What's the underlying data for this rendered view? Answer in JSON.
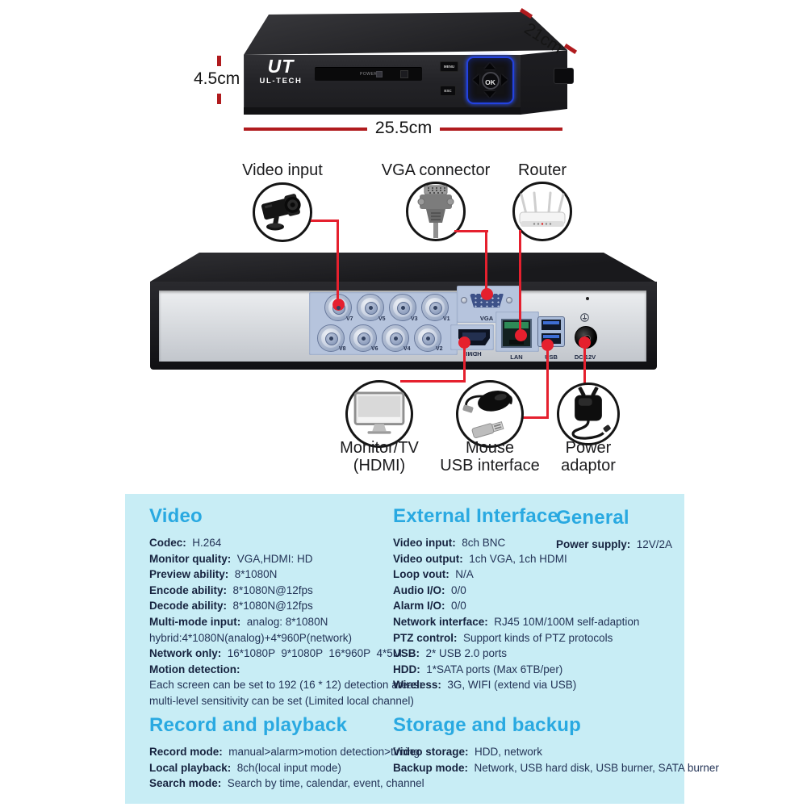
{
  "front_view": {
    "logo": "UT",
    "brand": "UL-TECH",
    "power_label": "POWER",
    "menu_button": "MENU",
    "esc_button": "ESC",
    "ok_button": "OK",
    "dimensions": {
      "height": "4.5cm",
      "width": "25.5cm",
      "depth": "21cm"
    }
  },
  "top_callouts": [
    {
      "label": "Video input",
      "icon": "camera-icon"
    },
    {
      "label": "VGA connector",
      "icon": "vga-plug-icon"
    },
    {
      "label": "Router",
      "icon": "router-icon"
    }
  ],
  "rear_panel": {
    "bnc_labels": [
      "V7",
      "V5",
      "V3",
      "V1",
      "V8",
      "V6",
      "V4",
      "V2"
    ],
    "ports": {
      "vga": "VGA",
      "hdmi": "HDMI",
      "lan": "LAN",
      "usb": "USB",
      "dc": "DC 12V"
    }
  },
  "bottom_callouts": [
    {
      "line1": "Monitor/TV",
      "line2": "(HDMI)",
      "icon": "monitor-icon"
    },
    {
      "line1": "Mouse",
      "line2": "USB interface",
      "icon": "mouse-usb-icon"
    },
    {
      "line1": "Power",
      "line2": "adaptor",
      "icon": "power-adaptor-icon"
    }
  ],
  "specs": {
    "sections": [
      {
        "title": "Video",
        "items": [
          {
            "label": "Codec:",
            "value": "H.264"
          },
          {
            "label": "Monitor quality:",
            "value": "VGA,HDMI: HD"
          },
          {
            "label": "Preview ability:",
            "value": "8*1080N"
          },
          {
            "label": "Encode ability:",
            "value": "8*1080N@12fps"
          },
          {
            "label": "Decode ability:",
            "value": "8*1080N@12fps"
          },
          {
            "label": "Multi-mode input:",
            "value": "analog: 8*1080N"
          },
          {
            "label": "",
            "value": "hybrid:4*1080N(analog)+4*960P(network)"
          },
          {
            "label": "Network only:",
            "value": "16*1080P  9*1080P  16*960P  4*5M"
          },
          {
            "label": "Motion detection:",
            "value": ""
          },
          {
            "label": "",
            "value": "Each screen can be set to 192 (16 * 12) detection areas:"
          },
          {
            "label": "",
            "value": "multi-level sensitivity can be set (Limited local channel)"
          }
        ]
      },
      {
        "title": "External Interface",
        "items": [
          {
            "label": "Video input:",
            "value": "8ch BNC"
          },
          {
            "label": "Video output:",
            "value": "1ch VGA, 1ch HDMI"
          },
          {
            "label": "Loop vout:",
            "value": "N/A"
          },
          {
            "label": "Audio I/O:",
            "value": "0/0"
          },
          {
            "label": "Alarm I/O:",
            "value": "0/0"
          },
          {
            "label": "Network interface:",
            "value": "RJ45 10M/100M self-adaption"
          },
          {
            "label": "PTZ control:",
            "value": "Support kinds of PTZ protocols"
          },
          {
            "label": "USB:",
            "value": "2* USB 2.0 ports"
          },
          {
            "label": "HDD:",
            "value": "1*SATA ports (Max 6TB/per)"
          },
          {
            "label": "Wireless:",
            "value": "3G, WIFI (extend via USB)"
          }
        ]
      },
      {
        "title": "General",
        "items": [
          {
            "label": "Power supply:",
            "value": "12V/2A"
          }
        ]
      },
      {
        "title": "Record and playback",
        "items": [
          {
            "label": "Record mode:",
            "value": "manual>alarm>motion detection>timing"
          },
          {
            "label": "Local playback:",
            "value": "8ch(local input mode)"
          },
          {
            "label": "Search mode:",
            "value": "Search by time, calendar, event, channel"
          }
        ]
      },
      {
        "title": "Storage and backup",
        "items": [
          {
            "label": "Video storage:",
            "value": "HDD, network"
          },
          {
            "label": "Backup mode:",
            "value": "Network, USB hard disk, USB burner, SATA burner"
          }
        ]
      }
    ]
  },
  "colors": {
    "heading_blue": "#29a9e1",
    "panel_cyan": "#c8edf5",
    "callout_red": "#e5202e",
    "dimension_red": "#b01b1e",
    "dpad_blue": "#2342e0"
  }
}
